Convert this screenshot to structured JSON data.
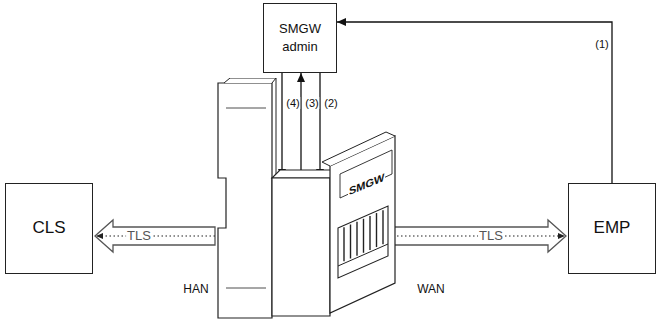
{
  "diagram": {
    "nodes": [
      {
        "text": [
          "SMGW admin"
        ]
      },
      {
        "text": [
          "CLS"
        ]
      },
      {
        "text": [
          "SMGW"
        ]
      },
      {
        "text": [
          "EMP"
        ]
      }
    ],
    "edges": [
      {
        "from": 0,
        "to": 2,
        "arrow": "to",
        "label": "(4)"
      },
      {
        "from": 2,
        "to": 0,
        "arrow": "to",
        "label": "(3)"
      },
      {
        "from": 0,
        "to": 2,
        "arrow": "to",
        "label": "(2)"
      },
      {
        "from": 3,
        "to": 0,
        "arrow": "to",
        "label": "(1)"
      },
      {
        "from": 2,
        "to": 1,
        "arrow": "to",
        "label": "TLS"
      },
      {
        "from": 2,
        "to": 3,
        "arrow": "to",
        "label": "TLS"
      }
    ],
    "labels": [
      "HAN",
      "WAN"
    ]
  }
}
